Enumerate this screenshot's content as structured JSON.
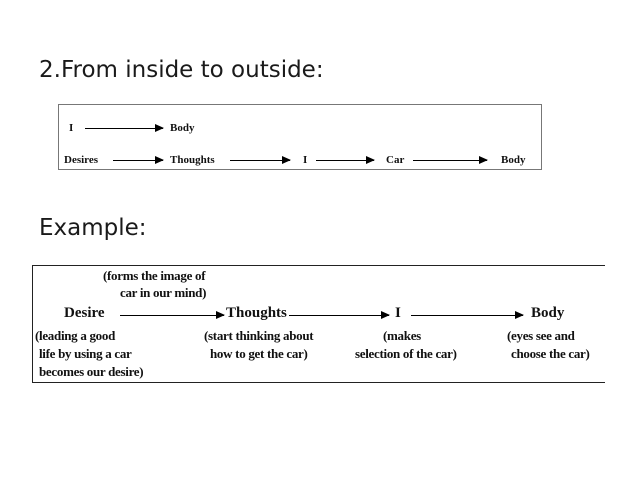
{
  "slide": {
    "heading_1": "2.From inside to outside:",
    "heading_2": "Example:"
  },
  "diagram_1": {
    "row1": {
      "from": "I",
      "to": "Body"
    },
    "row2": [
      "Desires",
      "Thoughts",
      "I",
      "Car",
      "Body"
    ]
  },
  "diagram_2": {
    "note_top_line1": "(forms the image of",
    "note_top_line2": "car in our mind)",
    "nodes": [
      "Desire",
      "Thoughts",
      "I",
      "Body"
    ],
    "desire_note": [
      "(leading a good",
      "life by using a car",
      "becomes our desire)"
    ],
    "thoughts_note": [
      "(start thinking about",
      "how to get the car)"
    ],
    "i_note": [
      "(makes",
      "selection of the car)"
    ],
    "body_note": [
      "(eyes see and",
      "choose the car)"
    ]
  }
}
